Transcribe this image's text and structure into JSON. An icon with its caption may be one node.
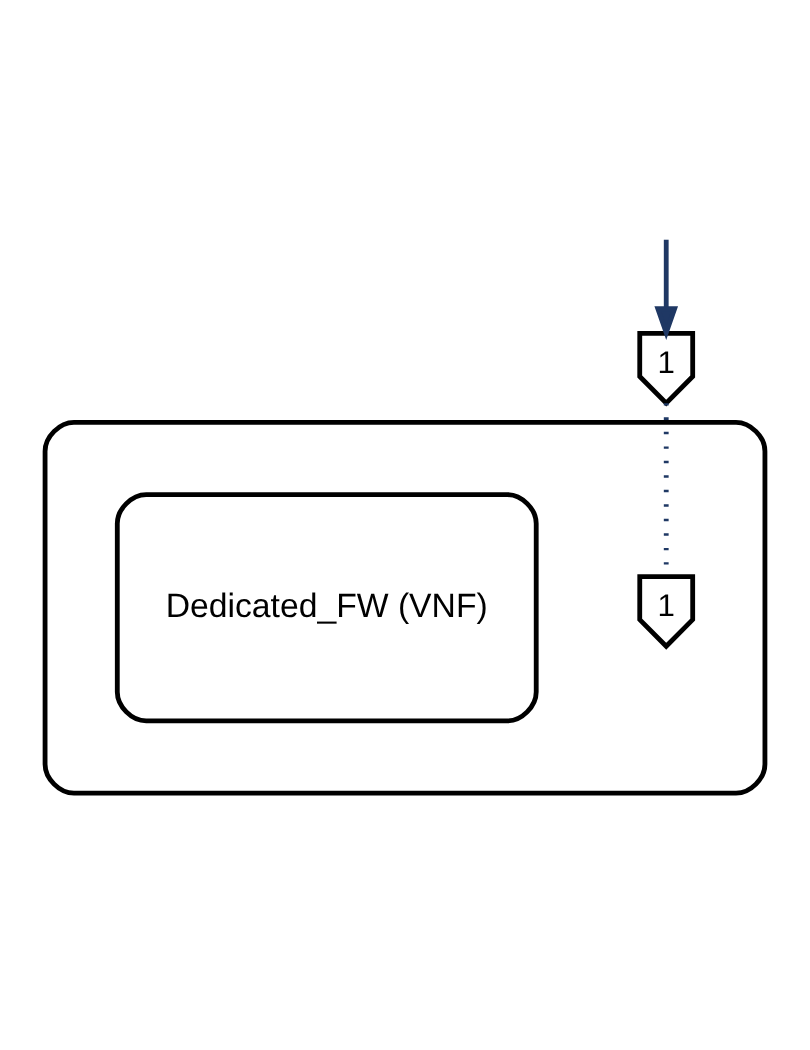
{
  "diagram": {
    "nodes": [
      {
        "text": [
          "1"
        ]
      },
      {
        "text": [],
        "shape": "box"
      },
      {
        "text": [
          "1"
        ],
        "in": 1
      },
      {
        "text": [
          "Dedicated_FW (VNF)"
        ],
        "in": 1
      }
    ],
    "edges": [
      {
        "from": null,
        "to": 0,
        "arrow": "to",
        "color": "#1f3864"
      },
      {
        "from": 0,
        "to": 2,
        "arrow": "none",
        "style": "dashed",
        "color": "#1f3864"
      }
    ]
  }
}
